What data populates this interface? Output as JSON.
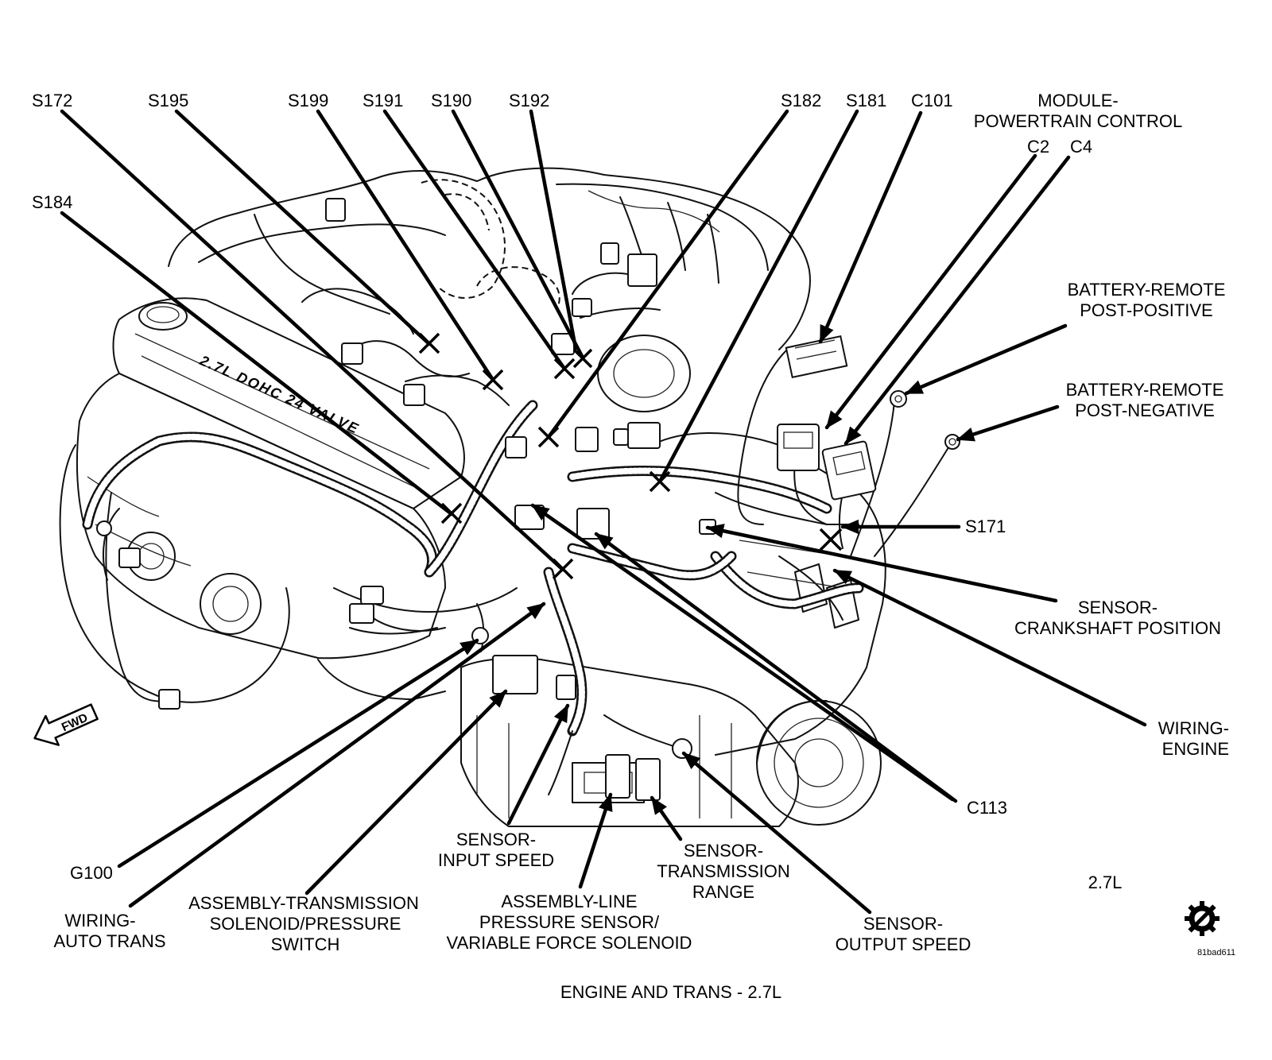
{
  "diagram": {
    "caption": "ENGINE AND TRANS - 2.7L",
    "engine_badge": "2.7L",
    "engine_cast_text": "2.7L DOHC 24 VALVE",
    "fwd_arrow_text": "FWD",
    "figure_code": "81bad611",
    "service_icon": "gear-wrench-icon"
  },
  "labels": {
    "s172": "S172",
    "s195": "S195",
    "s199": "S199",
    "s191": "S191",
    "s190": "S190",
    "s192": "S192",
    "s182": "S182",
    "s181": "S181",
    "c101": "C101",
    "pcm_line1": "MODULE-",
    "pcm_line2": "POWERTRAIN CONTROL",
    "c2": "C2",
    "c4": "C4",
    "s184": "S184",
    "batt_pos_line1": "BATTERY-REMOTE",
    "batt_pos_line2": "POST-POSITIVE",
    "batt_neg_line1": "BATTERY-REMOTE",
    "batt_neg_line2": "POST-NEGATIVE",
    "s171": "S171",
    "ckp_line1": "SENSOR-",
    "ckp_line2": "CRANKSHAFT POSITION",
    "wiring_engine_line1": "WIRING-",
    "wiring_engine_line2": "ENGINE",
    "c113": "C113",
    "g100": "G100",
    "wiring_trans_line1": "WIRING-",
    "wiring_trans_line2": "AUTO TRANS",
    "solenoid_line1": "ASSEMBLY-TRANSMISSION",
    "solenoid_line2": "SOLENOID/PRESSURE",
    "solenoid_line3": "SWITCH",
    "input_speed_line1": "SENSOR-",
    "input_speed_line2": "INPUT SPEED",
    "line_pressure_line1": "ASSEMBLY-LINE",
    "line_pressure_line2": "PRESSURE SENSOR/",
    "line_pressure_line3": "VARIABLE FORCE SOLENOID",
    "trans_range_line1": "SENSOR-",
    "trans_range_line2": "TRANSMISSION",
    "trans_range_line3": "RANGE",
    "output_speed_line1": "SENSOR-",
    "output_speed_line2": "OUTPUT SPEED"
  }
}
